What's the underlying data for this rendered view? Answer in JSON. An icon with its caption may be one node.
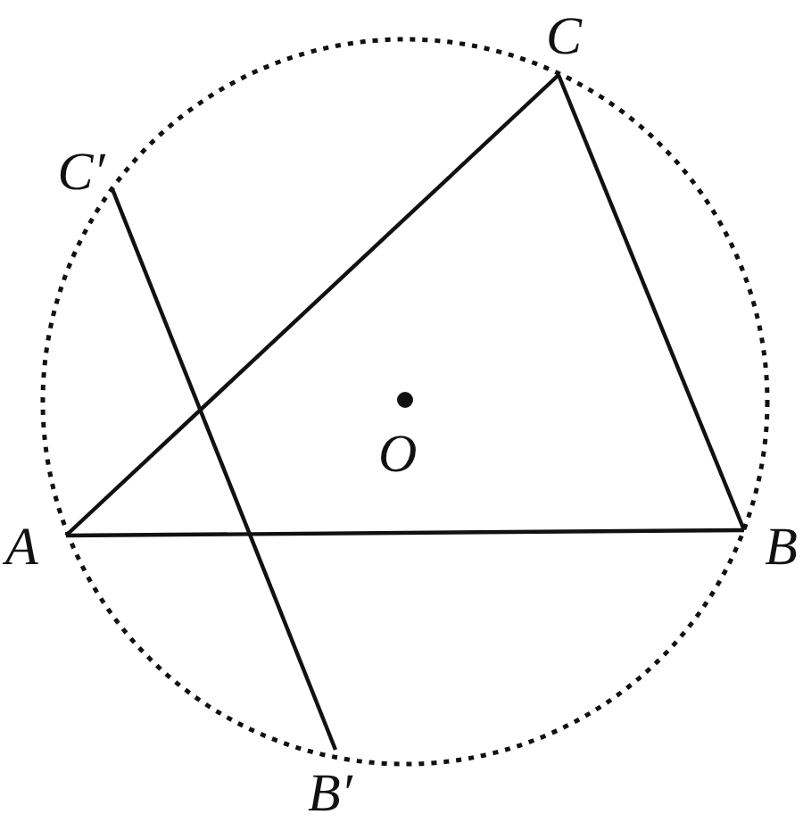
{
  "diagram": {
    "nodes": [
      {
        "text": [
          "C"
        ]
      },
      {
        "text": [
          "C′"
        ]
      },
      {
        "text": [
          "A"
        ]
      },
      {
        "text": [
          "B"
        ]
      },
      {
        "text": [
          "B′"
        ]
      }
    ],
    "edges": [
      {
        "from": 2,
        "to": 0,
        "arrow": "none"
      },
      {
        "from": 0,
        "to": 3,
        "arrow": "none"
      },
      {
        "from": 2,
        "to": 3,
        "arrow": "none"
      },
      {
        "from": 1,
        "to": 4,
        "arrow": "none"
      }
    ],
    "labels": [
      "O"
    ]
  }
}
